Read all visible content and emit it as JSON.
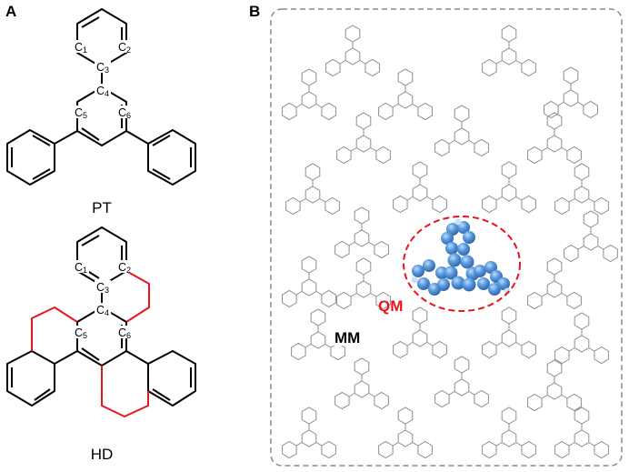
{
  "panels": {
    "a": {
      "label": "A",
      "structure_top": {
        "name": "PT",
        "atoms": [
          "1",
          "2",
          "3",
          "4",
          "5",
          "6"
        ],
        "atom_symbol": "C"
      },
      "structure_bottom": {
        "name": "HD",
        "atoms": [
          "1",
          "2",
          "3",
          "4",
          "5",
          "6"
        ],
        "atom_symbol": "C",
        "bridge_color": "#e8141c"
      }
    },
    "b": {
      "label": "B",
      "qm_label": "QM",
      "mm_label": "MM",
      "qm_color": "#e8141c",
      "qm_molecule_color": "#4f8fd6",
      "border_color": "#8a8a8a",
      "mm_line_color": "#8c8c8c"
    }
  }
}
